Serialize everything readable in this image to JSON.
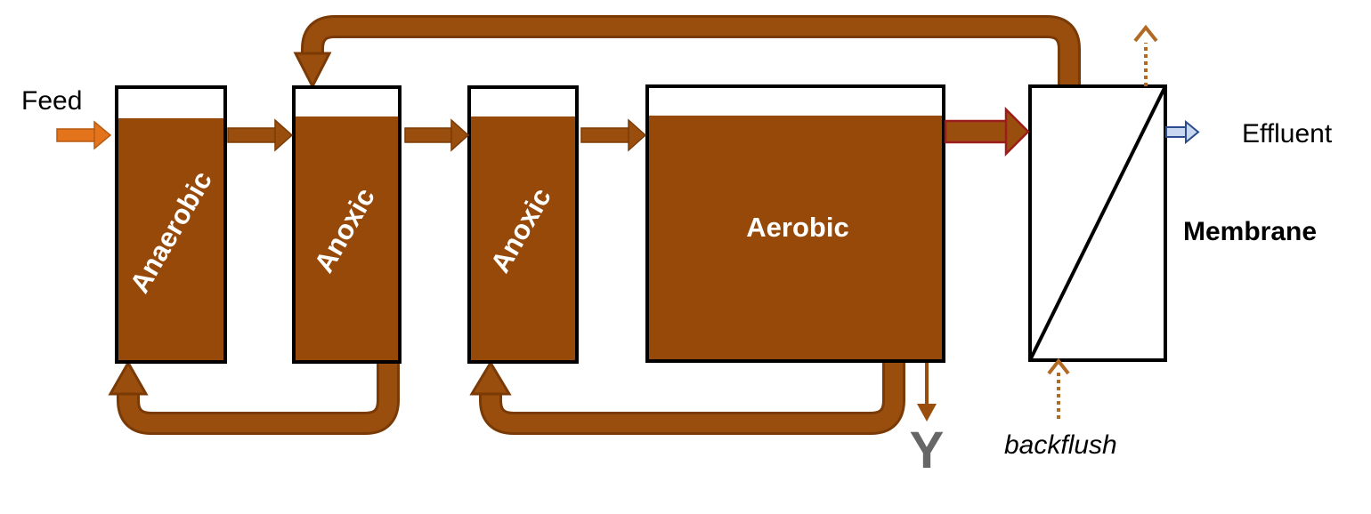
{
  "labels": {
    "feed": "Feed",
    "effluent": "Effluent",
    "membrane": "Membrane",
    "backflush": "backflush",
    "y": "Y"
  },
  "tanks": [
    {
      "id": "anaerobic",
      "label": "Anaerobic"
    },
    {
      "id": "anoxic-1",
      "label": "Anoxic"
    },
    {
      "id": "anoxic-2",
      "label": "Anoxic"
    },
    {
      "id": "aerobic",
      "label": "Aerobic"
    }
  ],
  "colors": {
    "sludge": "#964909",
    "pipe": "#9a4e0e",
    "pipe_edge": "#7a3a06",
    "feed_arrow": "#e3741c",
    "membrane_arrow": "#9c1c1c",
    "effluent_arrow": "#2b4c8c",
    "effluent_fill": "#c9d8f0",
    "dotted_arrow": "#b06a24",
    "waste_y": "#666666"
  }
}
